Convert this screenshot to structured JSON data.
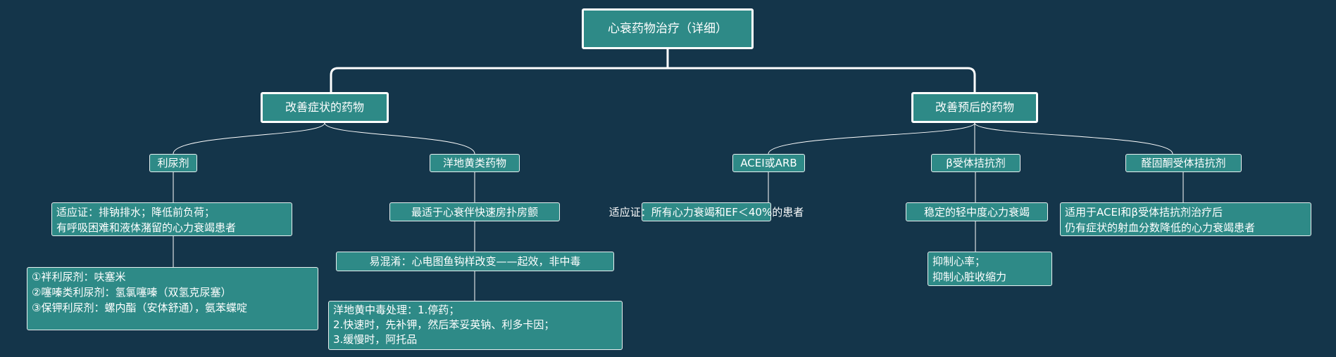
{
  "root": {
    "label": "心衰药物治疗（详细）"
  },
  "branches": [
    {
      "label": "改善症状的药物",
      "children": [
        {
          "label": "利尿剂",
          "indication": [
            "适应证：排钠排水；降低前负荷；",
            "有呼吸困难和液体潴留的心力衰竭患者"
          ],
          "types": [
            "①袢利尿剂：呋塞米",
            "②噻嗪类利尿剂：氢氯噻嗪（双氢克尿塞）",
            "③保钾利尿剂：螺内酯（安体舒通），氨苯蝶啶"
          ]
        },
        {
          "label": "洋地黄类药物",
          "indication": "最适于心衰伴快速房扑房颤",
          "confusion": "易混淆：心电图鱼钩样改变——起效，非中毒",
          "poisoning": [
            "洋地黄中毒处理：1.停药；",
            "2.快速时，先补钾，然后苯妥英钠、利多卡因；",
            "3.缓慢时，阿托品"
          ]
        }
      ]
    },
    {
      "label": "改善预后的药物",
      "children": [
        {
          "label": "ACEI或ARB",
          "indication": "适应证：所有心力衰竭和EF＜40%的患者"
        },
        {
          "label": "β受体拮抗剂",
          "indication": "稳定的轻中度心力衰竭",
          "effects": [
            "抑制心率；",
            "抑制心脏收缩力"
          ]
        },
        {
          "label": "醛固酮受体拮抗剂",
          "indication": [
            "适用于ACEI和β受体拮抗剂治疗后",
            "仍有症状的射血分数降低的心力衰竭患者"
          ]
        }
      ]
    }
  ]
}
